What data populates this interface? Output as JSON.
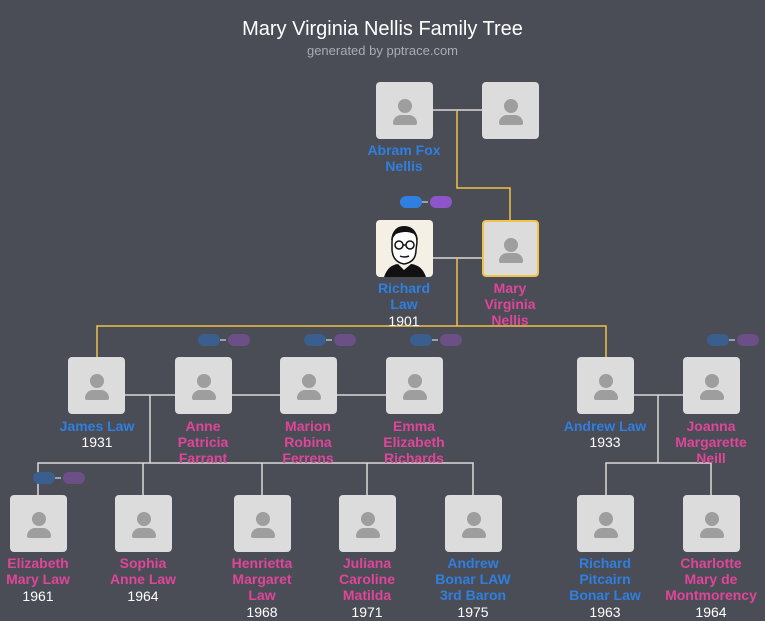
{
  "header": {
    "title": "Mary Virginia Nellis Family Tree",
    "subtitle": "generated by pptrace.com"
  },
  "people": {
    "abram": {
      "name": "Abram Fox\nNellis"
    },
    "abram_spouse": {
      "name": ""
    },
    "richard": {
      "name": "Richard\nLaw",
      "year": "1901"
    },
    "mary": {
      "name": "Mary\nVirginia\nNellis"
    },
    "james": {
      "name": "James Law",
      "year": "1931"
    },
    "anne": {
      "name": "Anne\nPatricia\nFarrant"
    },
    "marion": {
      "name": "Marion\nRobina\nFerrens"
    },
    "emma": {
      "name": "Emma\nElizabeth\nRichards"
    },
    "andrew": {
      "name": "Andrew Law",
      "year": "1933"
    },
    "joanna": {
      "name": "Joanna\nMargarette\nNeill"
    },
    "elizabeth": {
      "name": "Elizabeth\nMary Law",
      "year": "1961"
    },
    "sophia": {
      "name": "Sophia\nAnne Law",
      "year": "1964"
    },
    "henrietta": {
      "name": "Henrietta\nMargaret\nLaw",
      "year": "1968"
    },
    "juliana": {
      "name": "Juliana\nCaroline\nMatilda",
      "year": "1971"
    },
    "andrew_bonar": {
      "name": "Andrew\nBonar LAW\n3rd Baron",
      "year": "1975"
    },
    "richard_pitcairn": {
      "name": "Richard\nPitcairn\nBonar Law",
      "year": "1963"
    },
    "charlotte": {
      "name": "Charlotte\nMary de\nMontmorency",
      "year": "1964"
    }
  },
  "colors": {
    "background": "#4a4d55",
    "male": "#2f7fe0",
    "female": "#e0459a",
    "highlight_line": "#f0c24a",
    "line": "#d9d9d9"
  }
}
